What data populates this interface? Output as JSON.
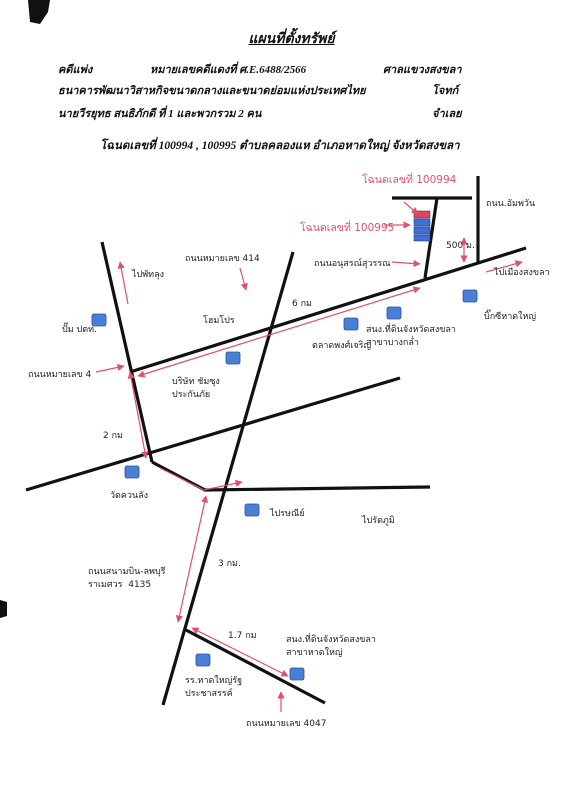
{
  "header": {
    "title": "แผนที่ตั้งทรัพย์",
    "case_label": "คดีแพ่ง",
    "case_no": "หมายเลขคดีแดงที่  ศ.E.6488/2566",
    "court": "ศาลแขวงสงขลา",
    "plaintiff": "ธนาคารพัฒนาวิสาหกิจขนาดกลางและขนาดย่อมแห่งประเทศไทย",
    "plaintiff_role": "โจทก์",
    "defendant": "นายวีรยุทธ  สนธิภักดี  ที่ 1  และพวกรวม  2  คน",
    "defendant_role": "จำเลย",
    "location": "โฉนดเลขที่ 100994 , 100995  ตำบลคลองแห  อำเภอหาดใหญ่  จังหวัดสงขลา"
  },
  "map": {
    "deed_100994": "โฉนดเลขที่  100994",
    "deed_100995": "โฉนดเลขที่  100995",
    "labels": {
      "road_ambhawan": "ถนน.อัมพวัน",
      "dist_500m": "500 ม.",
      "road_414": "ถนนหมายเลข  414",
      "road_anusornsuwan": "ถนนอนุสรณ์สุวรรณ",
      "to_songkhla": "ไปเมืองสงขลา",
      "to_phatthalung": "ไปพัทลุง",
      "dist_6km": "6 กม",
      "ptt": "ปั๊ม ปตท.",
      "homepro": "โฮมโปร",
      "market": "ตลาดพงศ์เจริญ",
      "land_office_bangklam": "สนง.ที่ดินจังหวัดสงขลา\nสาขาบางกล่ำ",
      "bigc": "บิ๊กซีหาดใหญ่",
      "road_4": "ถนนหมายเลข  4",
      "insurance": "บริษัท ชัมซุง\nประกันภัย",
      "dist_2km": "2 กม",
      "wat_khuanlang": "วัดควนลัง",
      "post_office": "ไปรษณีย์",
      "to_ratthaphum": "ไปรัตภูมิ",
      "road_airport": "ถนนสนามบิน-ลพบุรี\nราเมศวร  4135",
      "dist_3km": "3 กม.",
      "dist_17km": "1.7  กม",
      "land_office_hatyai": "สนง.ที่ดินจังหวัดสงขลา\nสาขาหาดใหญ่",
      "school": "รร.หาดใหญ่รัฐ\nประชาสรรค์",
      "road_4047": "ถนนหมายเลข  4047"
    }
  },
  "colors": {
    "ink": "#111111",
    "annotation_red": "#e0506a",
    "marker_blue": "#4a7fd6",
    "parcel_red": "#e2445c",
    "parcel_blue": "#3f6fd8"
  }
}
